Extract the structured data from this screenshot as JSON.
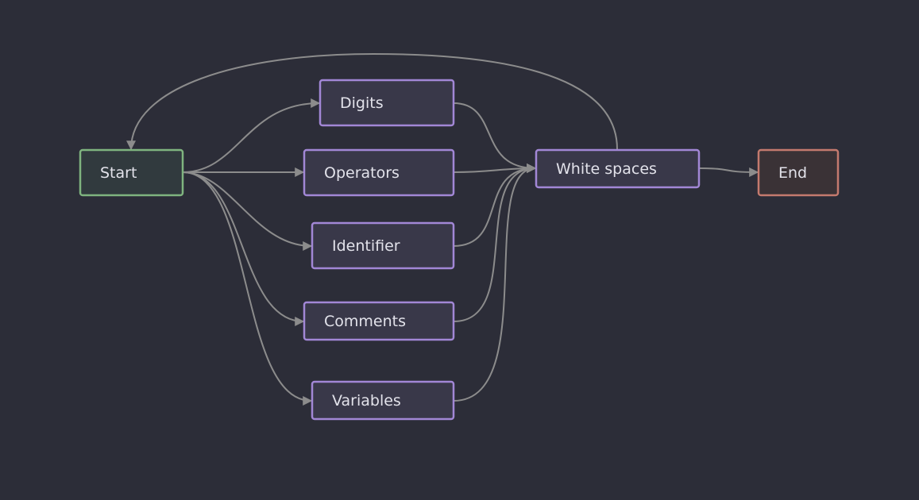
{
  "diagram": {
    "type": "flowchart",
    "colors": {
      "background": "#2c2d38",
      "edge": "#8c8c8c",
      "start_border": "#7fb47f",
      "process_border": "#a287d6",
      "end_border": "#c47a6e"
    },
    "nodes": {
      "start": {
        "label": "Start"
      },
      "digits": {
        "label": "Digits"
      },
      "operators": {
        "label": "Operators"
      },
      "identifier": {
        "label": "Identifier"
      },
      "comments": {
        "label": "Comments"
      },
      "variables": {
        "label": "Variables"
      },
      "whitespaces": {
        "label": "White spaces"
      },
      "end": {
        "label": "End"
      }
    },
    "edges": [
      {
        "from": "start",
        "to": "digits"
      },
      {
        "from": "start",
        "to": "operators"
      },
      {
        "from": "start",
        "to": "identifier"
      },
      {
        "from": "start",
        "to": "comments"
      },
      {
        "from": "start",
        "to": "variables"
      },
      {
        "from": "digits",
        "to": "whitespaces"
      },
      {
        "from": "operators",
        "to": "whitespaces"
      },
      {
        "from": "identifier",
        "to": "whitespaces"
      },
      {
        "from": "comments",
        "to": "whitespaces"
      },
      {
        "from": "variables",
        "to": "whitespaces"
      },
      {
        "from": "whitespaces",
        "to": "end"
      },
      {
        "from": "whitespaces",
        "to": "start"
      }
    ]
  }
}
